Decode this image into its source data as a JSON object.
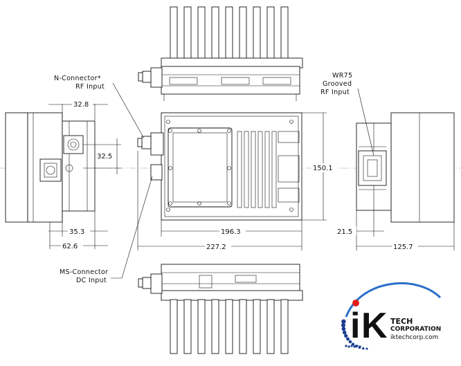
{
  "dimensions": {
    "d_32_8": "32.8",
    "d_32_5": "32.5",
    "d_35_3": "35.3",
    "d_62_6": "62.6",
    "d_196_3": "196.3",
    "d_227_2": "227.2",
    "d_150_1": "150.1",
    "d_21_5": "21.5",
    "d_125_7": "125.7"
  },
  "callouts": {
    "n_connector_line1": "N-Connector*",
    "n_connector_line2": "RF Input",
    "wr75_line1": "WR75",
    "wr75_line2": "Grooved",
    "wr75_line3": "RF Input",
    "ms_connector_line1": "MS-Connector",
    "ms_connector_line2": "DC Input"
  },
  "logo": {
    "mark_i": "i",
    "mark_k": "K",
    "tech": "TECH",
    "corporation": "CORPORATION",
    "url": "iktechcorp.com",
    "colors": {
      "dots": "#1a3d8f",
      "swoosh": "#2a6fc9",
      "dot_red": "#e0201b",
      "mark": "#111111"
    }
  }
}
